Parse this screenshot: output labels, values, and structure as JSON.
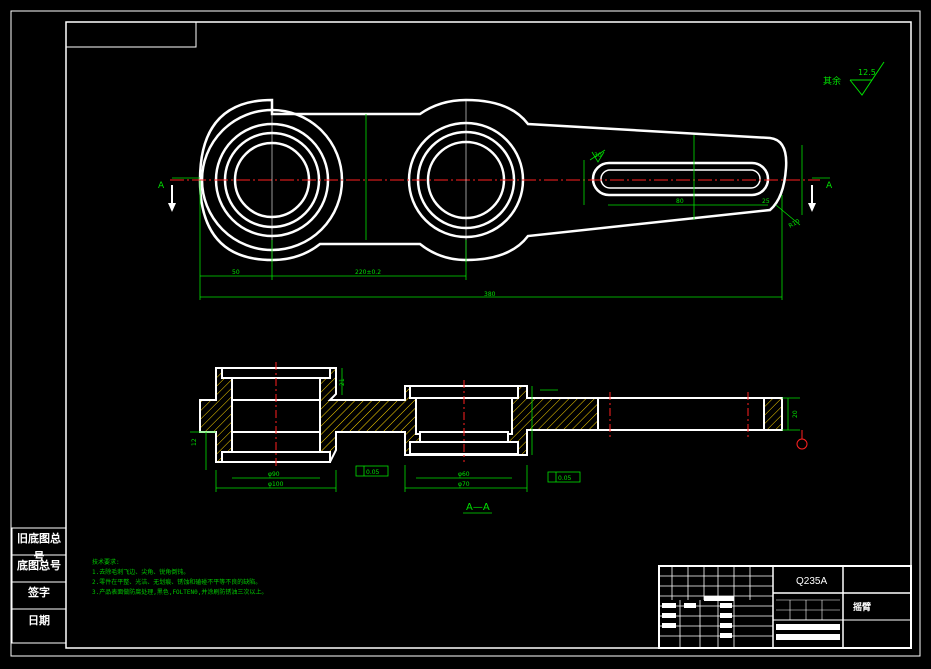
{
  "side_labels": [
    "旧底图总号",
    "底图总号",
    "签字",
    "日期"
  ],
  "roughness": {
    "label": "其余",
    "value": "12.5"
  },
  "section_label": "A—A",
  "section_marks": {
    "left": "A",
    "right": "A"
  },
  "dimensions": {
    "d_50_left": "50",
    "d_center": "220±0.2",
    "d_total": "380",
    "d_slot_len": "80",
    "d_slot_end": "25",
    "d_r": "R10",
    "d_h": "30",
    "d_dia_left": "φ90",
    "d_dia_left2": "φ100",
    "d_dia_right": "φ60",
    "d_dia_right2": "φ70",
    "d_thick": "21",
    "d_slot_w": "20",
    "d_small": "12",
    "d_ref1": "0.05",
    "d_ref2": "0.05"
  },
  "notes": {
    "title": "技术要求:",
    "lines": [
      "1.去除毛刺飞边、尖角、锐角倒钝。",
      "2.零件在平整、光洁、无划痕、锈蚀和磕碰不平等不良的缺陷。",
      "3.产品表面做防腐处理,黑色,FOLTEN0,并涂刷防锈油三次以上。"
    ]
  },
  "title_block": {
    "material": "Q235A",
    "part_name": "摇臂"
  }
}
